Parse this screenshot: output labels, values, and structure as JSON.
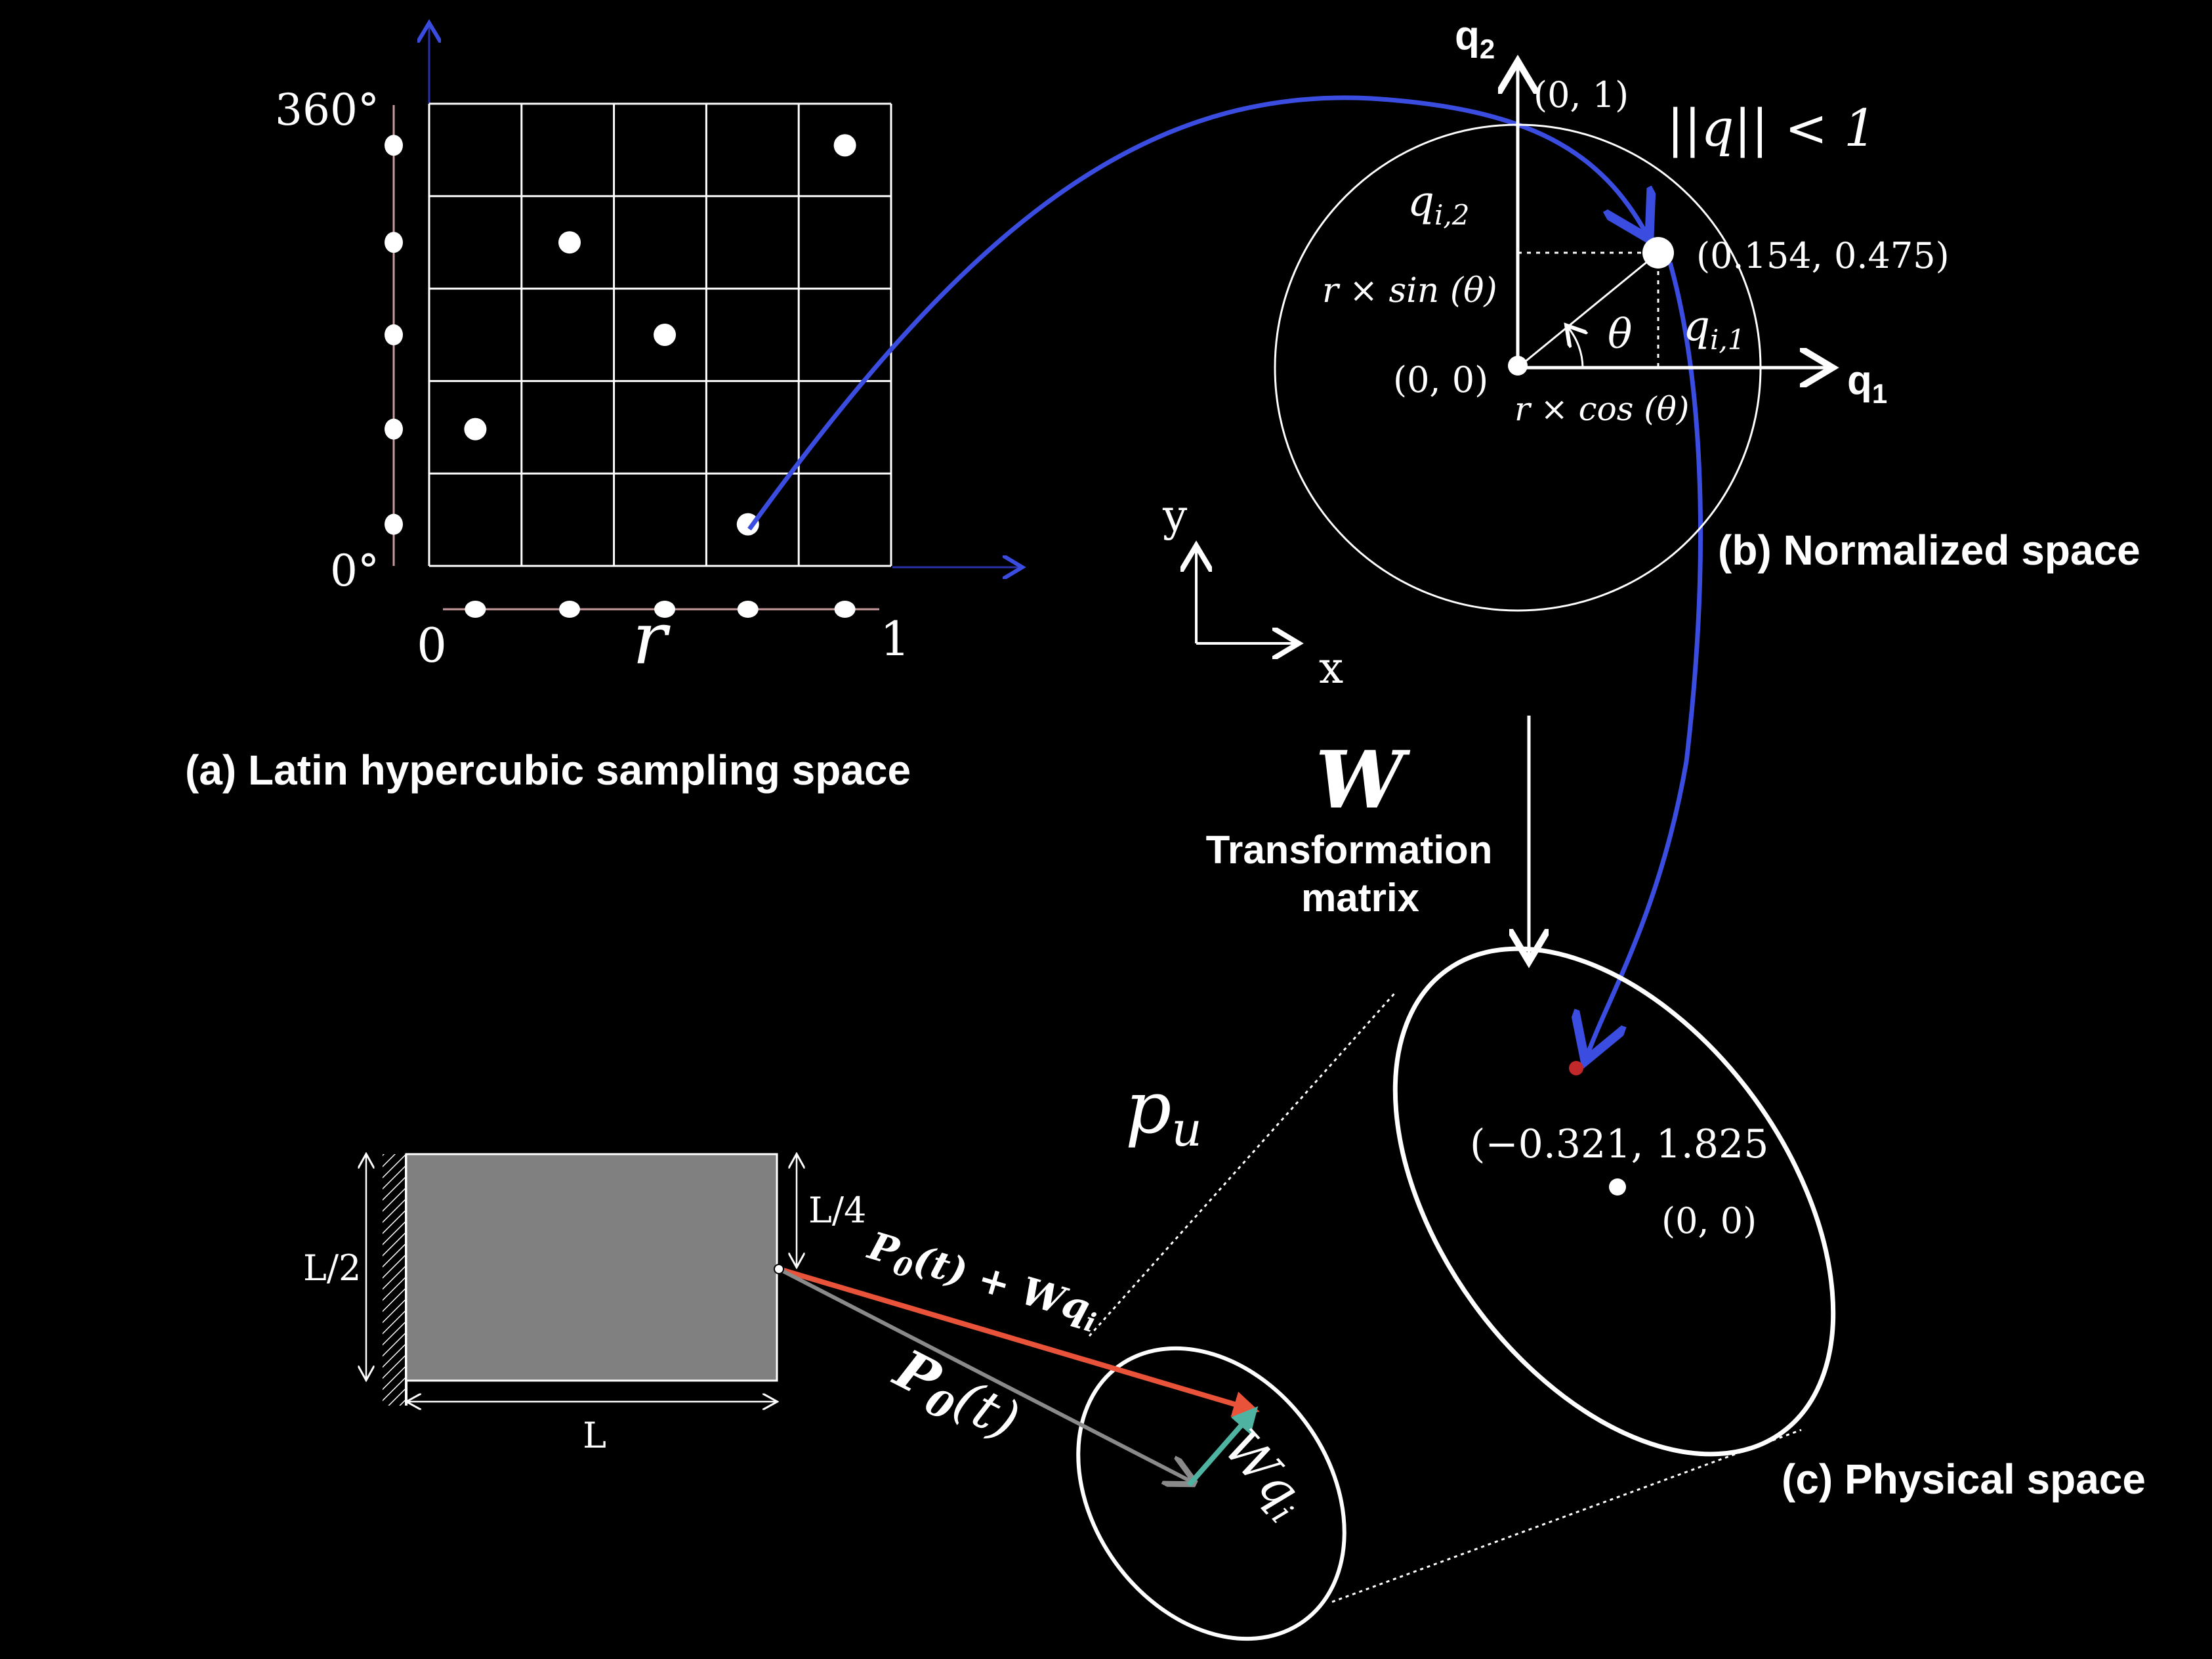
{
  "colors": {
    "background": "#000000",
    "foreground": "#ffffff",
    "mapping_arrow": "#3a4de0",
    "red_vector": "#e8533a",
    "gray_vector": "#8a8a8a",
    "teal_vector": "#4fb3a2",
    "red_point": "#c0282a",
    "beam_fill": "#808080"
  },
  "panel_a": {
    "caption": "(a) Latin hypercubic sampling space",
    "y_tick_top": "360°",
    "y_tick_bottom": "0°",
    "x_tick_left": "0",
    "x_tick_right": "1",
    "x_label": "r",
    "grid_columns": 5,
    "grid_rows": 5,
    "samples_cell": [
      {
        "col": 4,
        "row": 4
      },
      {
        "col": 1,
        "row": 3
      },
      {
        "col": 2,
        "row": 2
      },
      {
        "col": 0,
        "row": 1
      },
      {
        "col": 3,
        "row": 0
      }
    ]
  },
  "panel_b": {
    "caption": "(b) Normalized space",
    "axis_q1": "q",
    "axis_q1_sub": "1",
    "axis_q2": "q",
    "axis_q2_sub": "2",
    "point_top": "(0, 1)",
    "constraint": "||q|| < 1",
    "origin_label": "(0, 0)",
    "sample_point": "(0.154, 0.475)",
    "q_i2": "q",
    "q_i2_sub": "i,2",
    "q_i1": "q",
    "q_i1_sub": "i,1",
    "rsin": "r × sin (θ)",
    "rcos": "r × cos (θ)",
    "theta": "θ"
  },
  "frame": {
    "y": "y",
    "x": "x"
  },
  "transform": {
    "symbol": "W",
    "label_line1": "Transformation",
    "label_line2": "matrix"
  },
  "panel_c": {
    "caption": "(c) Physical space",
    "mapped_point": "(−0.321, 1.825",
    "origin_label": "(0, 0)",
    "pu": "p",
    "pu_sub": "u"
  },
  "beam": {
    "height_label": "L/2",
    "length_label": "L",
    "offset_label": "L/4",
    "p0_label": "P",
    "p0_sub": "0",
    "p0_arg": "(t)",
    "sum_label_p": "P",
    "sum_label_sub": "0",
    "sum_label_rest": "(t) + Wq",
    "sum_label_i": "i",
    "wq_label": "Wq",
    "wq_sub": "i"
  }
}
